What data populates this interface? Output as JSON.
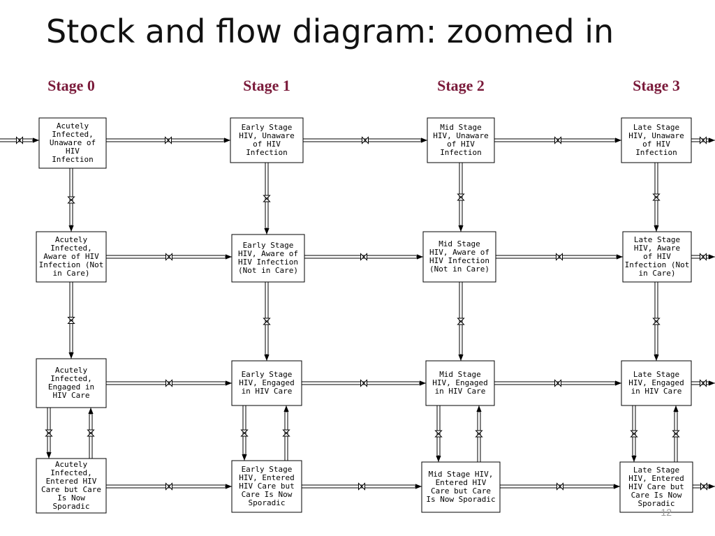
{
  "title": "Stock and flow diagram: zoomed in",
  "page_number": "12",
  "stages": [
    "Stage 0",
    "Stage 1",
    "Stage 2",
    "Stage 3"
  ],
  "rows": [
    [
      "Acutely\nInfected,\nUnaware of\nHIV\nInfection",
      "Early Stage\nHIV, Unaware\nof HIV\nInfection",
      "Mid Stage\nHIV, Unaware\nof HIV\nInfection",
      "Late Stage\nHIV, Unaware\nof HIV\nInfection"
    ],
    [
      "Acutely\nInfected,\nAware of HIV\nInfection (Not\nin Care)",
      "Early Stage\nHIV, Aware of\nHIV Infection\n(Not in Care)",
      "Mid Stage\nHIV, Aware of\nHIV Infection\n(Not in Care)",
      "Late Stage\nHIV, Aware\nof HIV\nInfection (Not\nin Care)"
    ],
    [
      "Acutely\nInfected,\nEngaged in\nHIV Care",
      "Early Stage\nHIV, Engaged\nin HIV Care",
      "Mid Stage\nHIV, Engaged\nin HIV Care",
      "Late Stage\nHIV, Engaged\nin HIV Care"
    ],
    [
      "Acutely\nInfected,\nEntered HIV\nCare but Care\nIs Now\nSporadic",
      "Early Stage\nHIV, Entered\nHIV Care but\nCare Is Now\nSporadic",
      "Mid Stage HIV,\nEntered HIV\nCare but Care\nIs Now Sporadic",
      "Late Stage\nHIV, Entered\nHIV Care but\nCare Is Now\nSporadic"
    ]
  ]
}
